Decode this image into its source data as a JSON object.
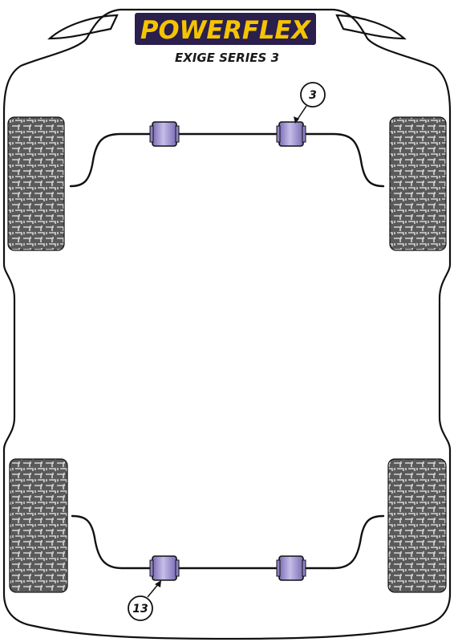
{
  "brand": {
    "logo_text": "POWERFLEX",
    "logo_bg_color": "#2a1f4d",
    "logo_text_color": "#f5c400"
  },
  "model_title": "EXIGE SERIES 3",
  "colors": {
    "outline": "#111111",
    "bush": "#8f82c4",
    "bush_light": "#c7bde8",
    "tyre": "#5a5a5a",
    "tyre_tread": "#cfcfcf"
  },
  "callouts": {
    "front_antiroll_bush": "3",
    "rear_antiroll_bush": "13"
  }
}
